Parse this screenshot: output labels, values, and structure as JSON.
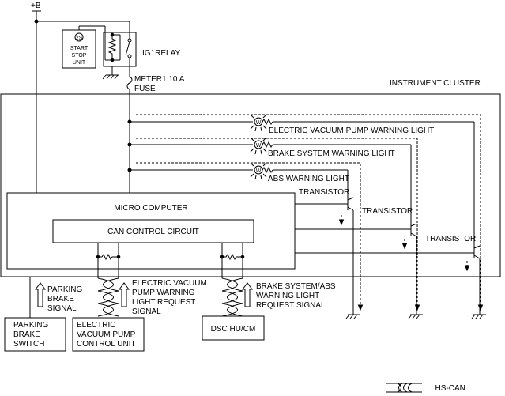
{
  "supply": {
    "plus_b": "+B"
  },
  "start_stop_unit": {
    "badge": "2S",
    "line1": "START",
    "line2": "STOP",
    "line3": "UNIT"
  },
  "relay": {
    "label": "IG1RELAY"
  },
  "fuse": {
    "line1": "METER1 10 A",
    "line2": "FUSE"
  },
  "instrument_cluster": {
    "label": "INSTRUMENT CLUSTER"
  },
  "warning_lights": {
    "light_symbol": "W",
    "evp": "ELECTRIC VACUUM PUMP WARNING LIGHT",
    "brake": "BRAKE SYSTEM WARNING LIGHT",
    "abs": "ABS WARNING LIGHT"
  },
  "transistors": {
    "t1": "TRANSISTOR",
    "t2": "TRANSISTOR",
    "t3": "TRANSISTOR"
  },
  "micro_computer": {
    "label": "MICRO COMPUTER"
  },
  "can_control": {
    "label": "CAN CONTROL CIRCUIT"
  },
  "signals": {
    "parking": {
      "line1": "PARKING",
      "line2": "BRAKE",
      "line3": "SIGNAL"
    },
    "evp_request": {
      "line1": "ELECTRIC VACUUM",
      "line2": "PUMP WARNING",
      "line3": "LIGHT REQUEST",
      "line4": "SIGNAL"
    },
    "brake_abs": {
      "line1": "BRAKE SYSTEM/ABS",
      "line2": "WARNING LIGHT",
      "line3": "REQUEST SIGNAL"
    }
  },
  "units": {
    "parking_switch": {
      "line1": "PARKING",
      "line2": "BRAKE",
      "line3": "SWITCH"
    },
    "evp_control": {
      "line1": "ELECTRIC",
      "line2": "VACUUM PUMP",
      "line3": "CONTROL UNIT"
    },
    "dsc": {
      "label": "DSC HU/CM"
    }
  },
  "legend": {
    "hs_can": ": HS-CAN"
  }
}
